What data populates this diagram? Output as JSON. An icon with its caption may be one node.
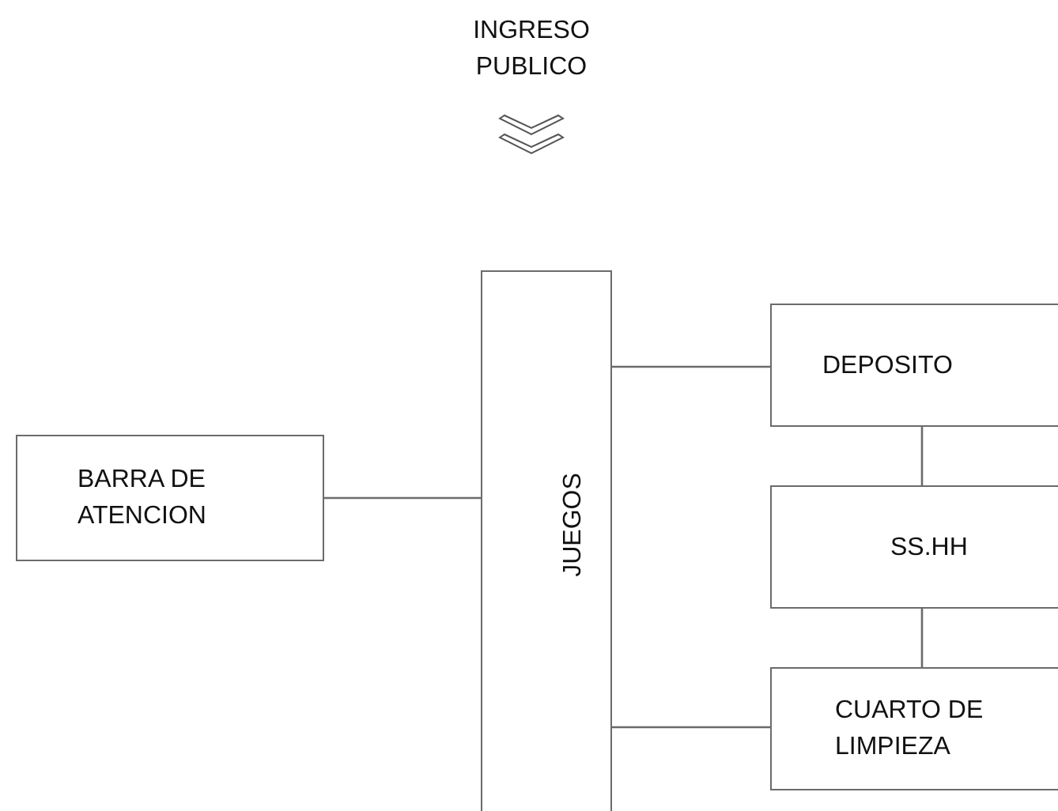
{
  "diagram": {
    "nodes": [
      {
        "text": [
          "BARRA DE ATENCION"
        ]
      },
      {
        "text": [
          "JUEGOS"
        ]
      },
      {
        "text": [
          "DEPOSITO"
        ]
      },
      {
        "text": [
          "SS.HH"
        ]
      },
      {
        "text": [
          "CUARTO DE LIMPIEZA"
        ]
      }
    ],
    "edges": [
      {
        "from": 0,
        "to": 1,
        "arrow": "none"
      },
      {
        "from": 1,
        "to": 2,
        "arrow": "none"
      },
      {
        "from": 2,
        "to": 3,
        "arrow": "none"
      },
      {
        "from": 3,
        "to": 4,
        "arrow": "none"
      },
      {
        "from": 1,
        "to": 4,
        "arrow": "none"
      }
    ],
    "labels": [
      "INGRESO PUBLICO"
    ]
  }
}
